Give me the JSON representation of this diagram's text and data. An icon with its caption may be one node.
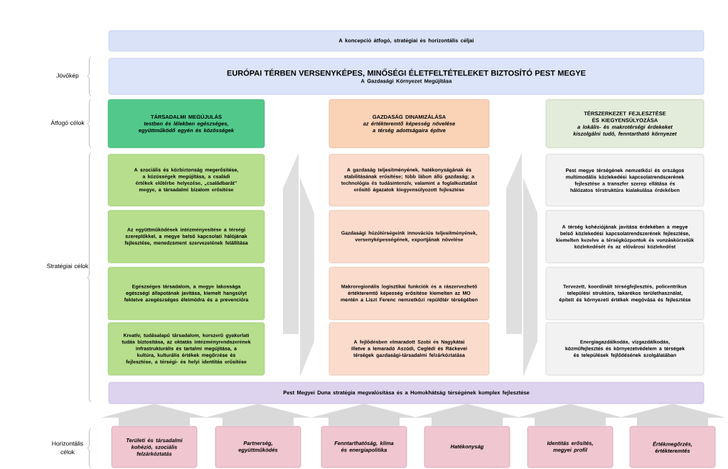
{
  "diagram": {
    "nodes": [
      {
        "text": [
          "A koncepció átfogó, stratégiai és horizontális céljai"
        ]
      },
      {
        "text": [
          "EURÓPAI TÉRBEN VERSENYKÉPES, MINŐSÉGI ÉLETFELTÉTELEKET BIZTOSÍTÓ PEST MEGYE",
          "A Gazdasági Környezet Megújítása"
        ]
      },
      {
        "text": [
          "TÁRSADALMI MEGÚJULÁS",
          "testben és lélekben egészséges, együttműködő egyén és közösségek"
        ]
      },
      {
        "text": [
          "GAZDASÁG DINAMIZÁLÁSA",
          "az értékteremtő képesség növelése a térség adottságaira építve"
        ]
      },
      {
        "text": [
          "TÉRSZERKEZET FEJLESZTÉSE ÉS KIEGYENSÚLYOZÁSA",
          "a lokális- és makrotérségi érdekeket kiszolgálni tudó, fenntartható környezet"
        ]
      },
      {
        "text": [
          "A szociális és közbiztonság megerősítése, a közösségek megújítása, a családi értékek előtérbe helyezése, „családbarát” megye, a társadalmi bizalom erősítése"
        ]
      },
      {
        "text": [
          "Az együttműködések intézményesítése a térségi szereplőkkel, a megye belső kapcsolati hálójának fejlesztése, menedzsment szervezetének felállítása"
        ]
      },
      {
        "text": [
          "Egészséges társadalom, a megye lakossága egészségi állapotának javítása, kiemelt hangsúlyt fektetve azegészséges életmódra és a prevencióra"
        ]
      },
      {
        "text": [
          "Kreatív, tudásalapú társadalom, korszerű gyakorlati tudás biztosítása, az oktatás intézményrendszerének infrastrukturális és tartalmi megújítása, a kultúra, kulturális értékek megőrzése és fejlesztése, a térségi- és helyi identitás erősítése"
        ]
      },
      {
        "text": [
          "A gazdaság teljesítményének, hatékonyságának és stabilitásának erősítése; több lábon álló gazdaság; a technológia és tudásintenzív, valamint a foglalkoztatást erősítő ágazatok kiegyensúlyozott fejlesztése"
        ]
      },
      {
        "text": [
          "Gazdasági húzótérségeink innovációs teljesítményének, versenyképességének, exportjának növelése"
        ]
      },
      {
        "text": [
          "Makroregionális logisztikai funkciók és a rászervezhető értékteremtő képesség erősítése kiemelten az MO mentén a Liszt Ferenc nemzetközi repülőtér térségében"
        ]
      },
      {
        "text": [
          "A fejlődésben elmaradott Szobi és Nagykátai illetve a lemaradó Aszódi, Ceglédi és Ráckevei térségek gazdasági-társadalmi felzárkóztatása"
        ]
      },
      {
        "text": [
          "Pest megye térségének nemzetközi és országos multimodális közlekedési kapcsolatrendszerének fejlesztése a transzfer szerep ellátása és hálózatos térstruktúra kialakulása érdekében"
        ]
      },
      {
        "text": [
          "A térség kohéziójának javítása érdekében a megye belső közlekedési kapcsolatrendszerének fejlesztése, kiemelten kezelve a térségközpontok és vonzáskörzetük közlekedését és az elővárosi közlekedést"
        ]
      },
      {
        "text": [
          "Tervezett, koordinált térségfejlesztés, policentrikus települési struktúra, takarékos területhasználat, épített és környezeti értékek megóvása és fejlesztése"
        ]
      },
      {
        "text": [
          "Energiagazdálkodás, vízgazdálkodás, közműfejlesztés és környezetvédelem a térségek és települések fejlődésének szolgálatában"
        ]
      },
      {
        "text": [
          "Pest Megyei Duna stratégia megvalósítása és a Homokhátság térségének komplex fejlesztése"
        ]
      },
      {
        "text": [
          "Területi és társadalmi kohézió, szociális felzárkóztatás"
        ]
      },
      {
        "text": [
          "Partnerség, együttműködés"
        ]
      },
      {
        "text": [
          "Fenntarthatóság, klíma és energiapolitika"
        ]
      },
      {
        "text": [
          "Hatékonyság"
        ]
      },
      {
        "text": [
          "Identitás erősítés, megyei profil"
        ]
      },
      {
        "text": [
          "Értékmegőrzés, értékteremtés"
        ]
      },
      {
        "text": [],
        "shape": "arrow"
      },
      {
        "text": [],
        "shape": "arrow"
      },
      {
        "text": [],
        "shape": "arrow"
      },
      {
        "text": [],
        "shape": "arrow"
      }
    ],
    "edges": [
      {
        "from": 18,
        "to": 17,
        "arrow": "to"
      },
      {
        "from": 19,
        "to": 17,
        "arrow": "to"
      },
      {
        "from": 20,
        "to": 17,
        "arrow": "to"
      },
      {
        "from": 21,
        "to": 17,
        "arrow": "to"
      },
      {
        "from": 22,
        "to": 17,
        "arrow": "to"
      },
      {
        "from": 23,
        "to": 17,
        "arrow": "to"
      }
    ],
    "labels": [
      "Jövőkép",
      "Átfogó célok",
      "Stratégiai célok",
      "Horizontális célok"
    ]
  }
}
